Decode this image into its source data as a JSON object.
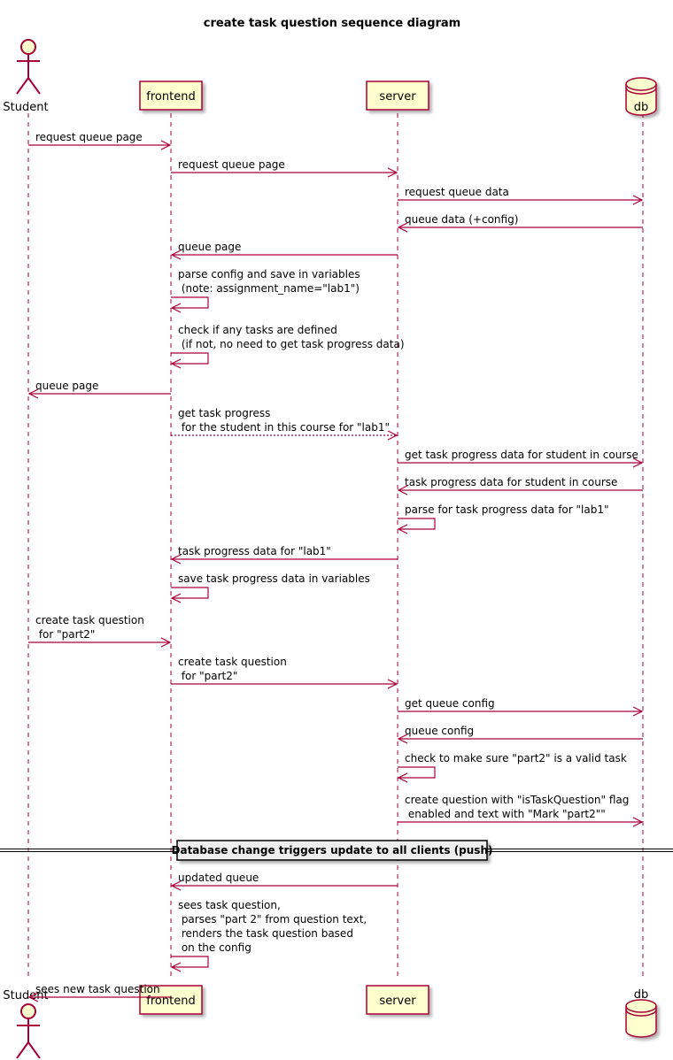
{
  "title": "create task question sequence diagram",
  "colors": {
    "arrow": "#A80036",
    "box_fill": "#FEFECE",
    "box_stroke": "#A80036",
    "lifeline": "#A80036"
  },
  "participants": [
    {
      "id": "student",
      "name": "Student",
      "kind": "actor"
    },
    {
      "id": "frontend",
      "name": "frontend",
      "kind": "box"
    },
    {
      "id": "server",
      "name": "server",
      "kind": "box"
    },
    {
      "id": "db",
      "name": "db",
      "kind": "database"
    }
  ],
  "messages": [
    {
      "from": "student",
      "to": "frontend",
      "lines": [
        "request queue page"
      ],
      "style": "solid"
    },
    {
      "from": "frontend",
      "to": "server",
      "lines": [
        "request queue page"
      ],
      "style": "solid"
    },
    {
      "from": "server",
      "to": "db",
      "lines": [
        "request queue data"
      ],
      "style": "solid"
    },
    {
      "from": "db",
      "to": "server",
      "lines": [
        "queue data (+config)"
      ],
      "style": "solid"
    },
    {
      "from": "server",
      "to": "frontend",
      "lines": [
        "queue page"
      ],
      "style": "solid"
    },
    {
      "from": "frontend",
      "to": "frontend",
      "lines": [
        "parse config and save in variables",
        " (note: assignment_name=\"lab1\")"
      ],
      "style": "solid"
    },
    {
      "from": "frontend",
      "to": "frontend",
      "lines": [
        "check if any tasks are defined",
        " (if not, no need to get task progress data)"
      ],
      "style": "solid"
    },
    {
      "from": "frontend",
      "to": "student",
      "lines": [
        "queue page"
      ],
      "style": "solid"
    },
    {
      "from": "frontend",
      "to": "server",
      "lines": [
        "get task progress",
        " for the student in this course for \"lab1\""
      ],
      "style": "dashed"
    },
    {
      "from": "server",
      "to": "db",
      "lines": [
        "get task progress data for student in course"
      ],
      "style": "solid"
    },
    {
      "from": "db",
      "to": "server",
      "lines": [
        "task progress data for student in course"
      ],
      "style": "solid"
    },
    {
      "from": "server",
      "to": "server",
      "lines": [
        "parse for task progress data for \"lab1\""
      ],
      "style": "solid"
    },
    {
      "from": "server",
      "to": "frontend",
      "lines": [
        "task progress data for \"lab1\""
      ],
      "style": "solid"
    },
    {
      "from": "frontend",
      "to": "frontend",
      "lines": [
        "save task progress data in variables"
      ],
      "style": "solid"
    },
    {
      "from": "student",
      "to": "frontend",
      "lines": [
        "create task question",
        " for \"part2\""
      ],
      "style": "solid"
    },
    {
      "from": "frontend",
      "to": "server",
      "lines": [
        "create task question",
        " for \"part2\""
      ],
      "style": "solid"
    },
    {
      "from": "server",
      "to": "db",
      "lines": [
        "get queue config"
      ],
      "style": "solid"
    },
    {
      "from": "db",
      "to": "server",
      "lines": [
        "queue config"
      ],
      "style": "solid"
    },
    {
      "from": "server",
      "to": "server",
      "lines": [
        "check to make sure \"part2\" is a valid task"
      ],
      "style": "solid"
    },
    {
      "from": "server",
      "to": "db",
      "lines": [
        "create question with \"isTaskQuestion\" flag",
        " enabled and text with \"Mark \"part2\"\""
      ],
      "style": "solid"
    },
    {
      "divider": "Database change triggers update to all clients (push)"
    },
    {
      "from": "server",
      "to": "frontend",
      "lines": [
        "updated queue"
      ],
      "style": "solid"
    },
    {
      "from": "frontend",
      "to": "frontend",
      "lines": [
        "sees task question,",
        " parses \"part 2\" from question text,",
        " renders the task question based",
        " on the config"
      ],
      "style": "solid"
    },
    {
      "from": "frontend",
      "to": "student",
      "lines": [
        "sees new task question"
      ],
      "style": "solid"
    }
  ]
}
